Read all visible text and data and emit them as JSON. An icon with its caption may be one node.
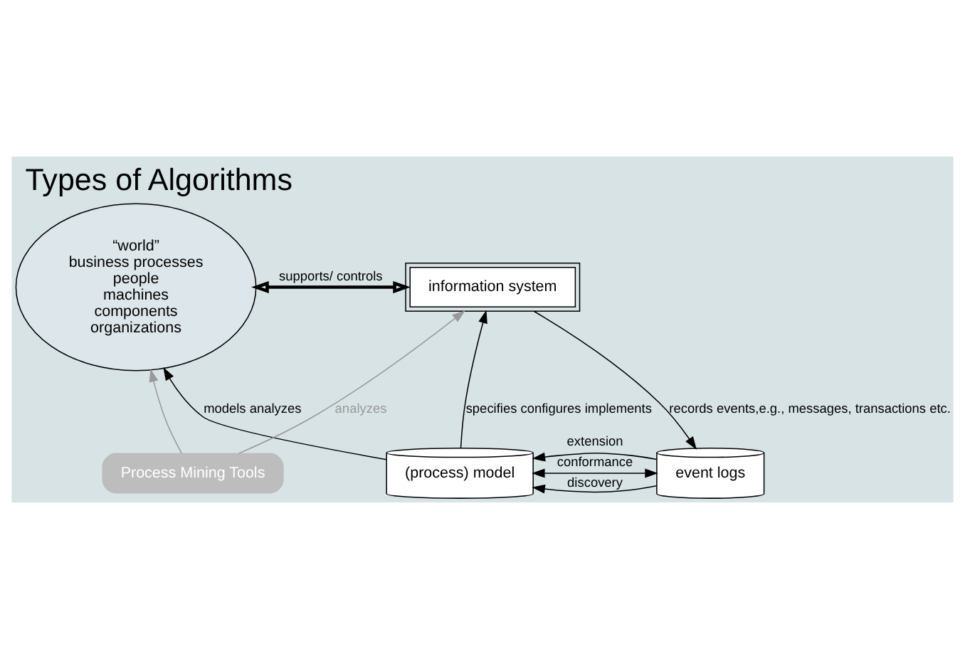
{
  "diagram": {
    "title": "Types of Algorithms",
    "nodes": [
      {
        "text": [
          "“world”",
          "business processes",
          "people",
          "machines",
          "components",
          "organizations"
        ]
      },
      {
        "text": [
          "information system"
        ]
      },
      {
        "text": [
          "(process) model"
        ]
      },
      {
        "text": [
          "event logs"
        ]
      },
      {
        "text": [
          "Process Mining Tools"
        ]
      }
    ],
    "edges": [
      {
        "from": 0,
        "to": 1,
        "arrow": "both",
        "label": "supports/ controls",
        "style": "thick"
      },
      {
        "from": 1,
        "to": 3,
        "arrow": "to",
        "label": "records events,e.g., messages, transactions etc."
      },
      {
        "from": 2,
        "to": 0,
        "arrow": "to",
        "label": "models analyzes"
      },
      {
        "from": 2,
        "to": 1,
        "arrow": "to",
        "label": "specifies configures implements"
      },
      {
        "from": 4,
        "to": 0,
        "arrow": "to",
        "color": "#999999"
      },
      {
        "from": 4,
        "to": 1,
        "arrow": "to",
        "label": "analyzes",
        "color": "#999999"
      },
      {
        "from": 3,
        "to": 2,
        "arrow": "to",
        "label": "discovery"
      },
      {
        "from": 2,
        "to": 3,
        "arrow": "both",
        "label": "conformance"
      },
      {
        "from": 3,
        "to": 2,
        "arrow": "to",
        "label": "extension"
      }
    ]
  }
}
